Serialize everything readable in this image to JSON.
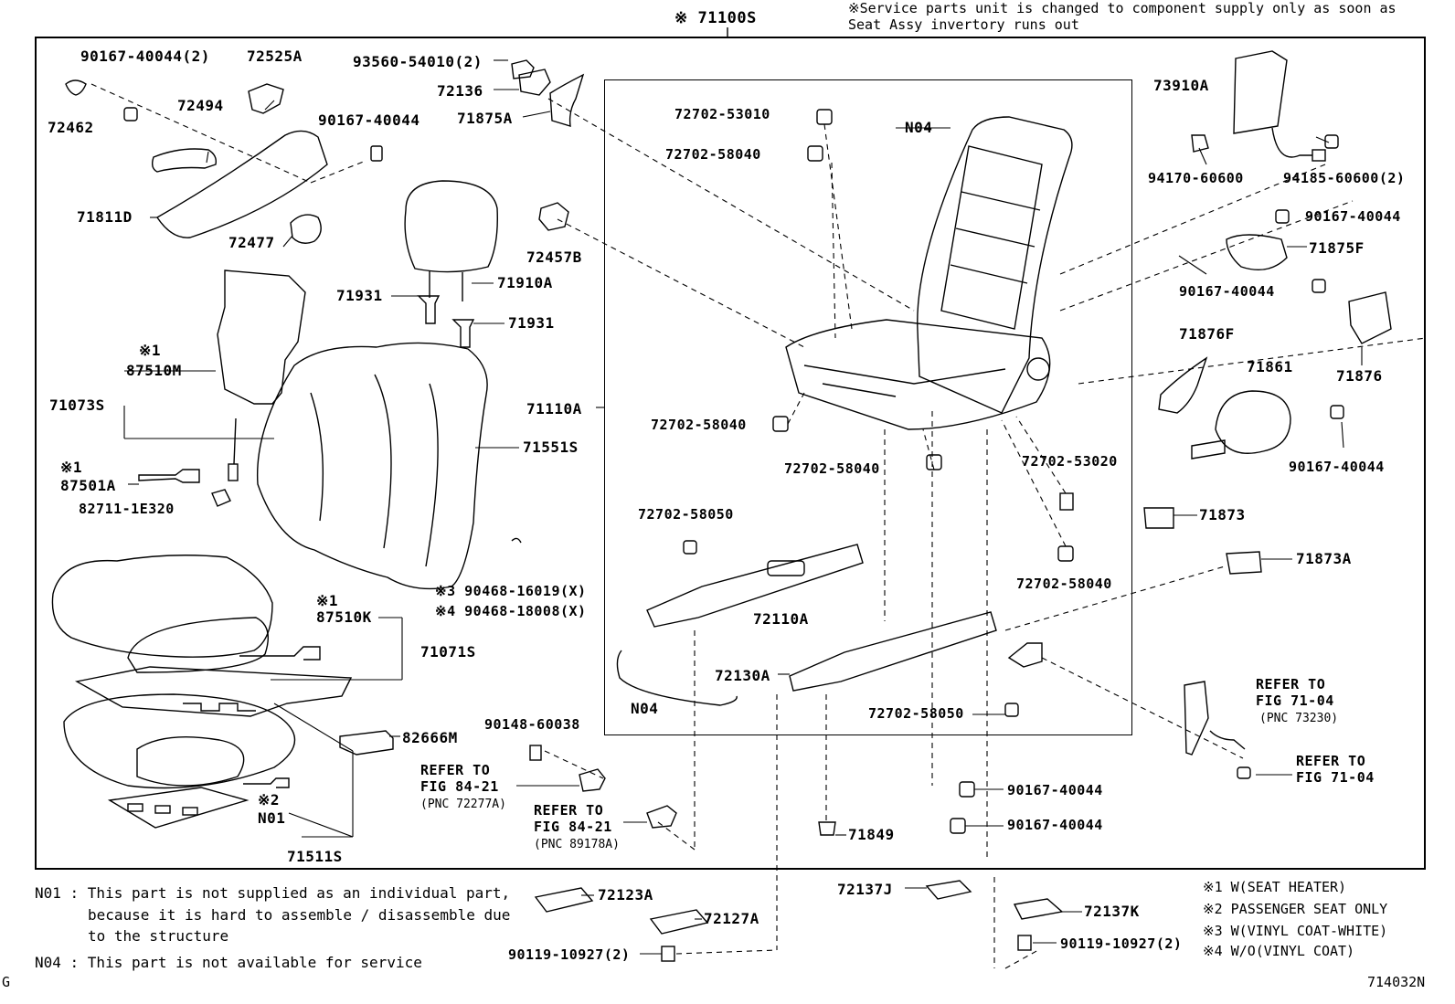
{
  "header": {
    "main_part": "※ 71100S",
    "service_note_line1": "※Service parts unit is changed to component supply only as soon as",
    "service_note_line2": "Seat Assy invertory runs out"
  },
  "parts": {
    "p90167_40044_2": "90167-40044(2)",
    "p72525A": "72525A",
    "p93560_54010_2": "93560-54010(2)",
    "p72136": "72136",
    "p71875A": "71875A",
    "p72462": "72462",
    "p72494": "72494",
    "p90167_40044_a": "90167-40044",
    "p71811D": "71811D",
    "p72477": "72477",
    "p72457B": "72457B",
    "p71931_a": "71931",
    "p71910A": "71910A",
    "p71931_b": "71931",
    "p87510M_mark": "※1",
    "p87510M": "87510M",
    "p71073S": "71073S",
    "p87501A_mark": "※1",
    "p87501A": "87501A",
    "p82711": "82711-1E320",
    "p71551S": "71551S",
    "p71110A": "71110A",
    "p90468_16019": "※3 90468-16019(X)",
    "p90468_18008": "※4 90468-18008(X)",
    "p87510K_mark": "※1",
    "p87510K": "87510K",
    "p71071S": "71071S",
    "p82666M": "82666M",
    "p90148_60038": "90148-60038",
    "p01_mark": "※2",
    "pN01": "N01",
    "p71511S": "71511S",
    "p72702_53010": "72702-53010",
    "p72702_58040_a": "72702-58040",
    "pN04_a": "N04",
    "p72702_58040_b": "72702-58040",
    "p72702_58040_c": "72702-58040",
    "p72702_53020": "72702-53020",
    "p72702_58050_a": "72702-58050",
    "p72110A": "72110A",
    "p72702_58040_d": "72702-58040",
    "p72130A": "72130A",
    "pN04_b": "N04",
    "p72702_58050_b": "72702-58050",
    "p90167_40044_b": "90167-40044",
    "p90167_40044_c": "90167-40044",
    "p71849": "71849",
    "p73910A": "73910A",
    "p94170_60600": "94170-60600",
    "p94185_60600_2": "94185-60600(2)",
    "p90167_40044_d": "90167-40044",
    "p71875F": "71875F",
    "p90167_40044_e": "90167-40044",
    "p71876F": "71876F",
    "p71861": "71861",
    "p71876": "71876",
    "p90167_40044_f": "90167-40044",
    "p71873": "71873",
    "p71873A": "71873A",
    "p72123A": "72123A",
    "p72127A": "72127A",
    "p90119_10927_a": "90119-10927(2)",
    "p72137J": "72137J",
    "p72137K": "72137K",
    "p90119_10927_b": "90119-10927(2)"
  },
  "references": {
    "ref1_l1": "REFER TO",
    "ref1_l2": "FIG 84-21",
    "ref1_l3": "(PNC 72277A)",
    "ref2_l1": "REFER TO",
    "ref2_l2": "FIG 84-21",
    "ref2_l3": "(PNC 89178A)",
    "ref3_l1": "REFER TO",
    "ref3_l2": "FIG 71-04",
    "ref3_l3": "(PNC 73230)",
    "ref4_l1": "REFER TO",
    "ref4_l2": "FIG 71-04"
  },
  "footnotes": {
    "n01_l1": "N01 : This part is not supplied as an individual part,",
    "n01_l2": "because it is hard to assemble / disassemble due",
    "n01_l3": "to the structure",
    "n04": "N04 : This part is not available for service",
    "legend1": "※1 W(SEAT HEATER)",
    "legend2": "※2 PASSENGER SEAT ONLY",
    "legend3": "※3 W(VINYL COAT-WHITE)",
    "legend4": "※4 W/O(VINYL COAT)",
    "corner_left": "G",
    "corner_right": "714032N"
  }
}
